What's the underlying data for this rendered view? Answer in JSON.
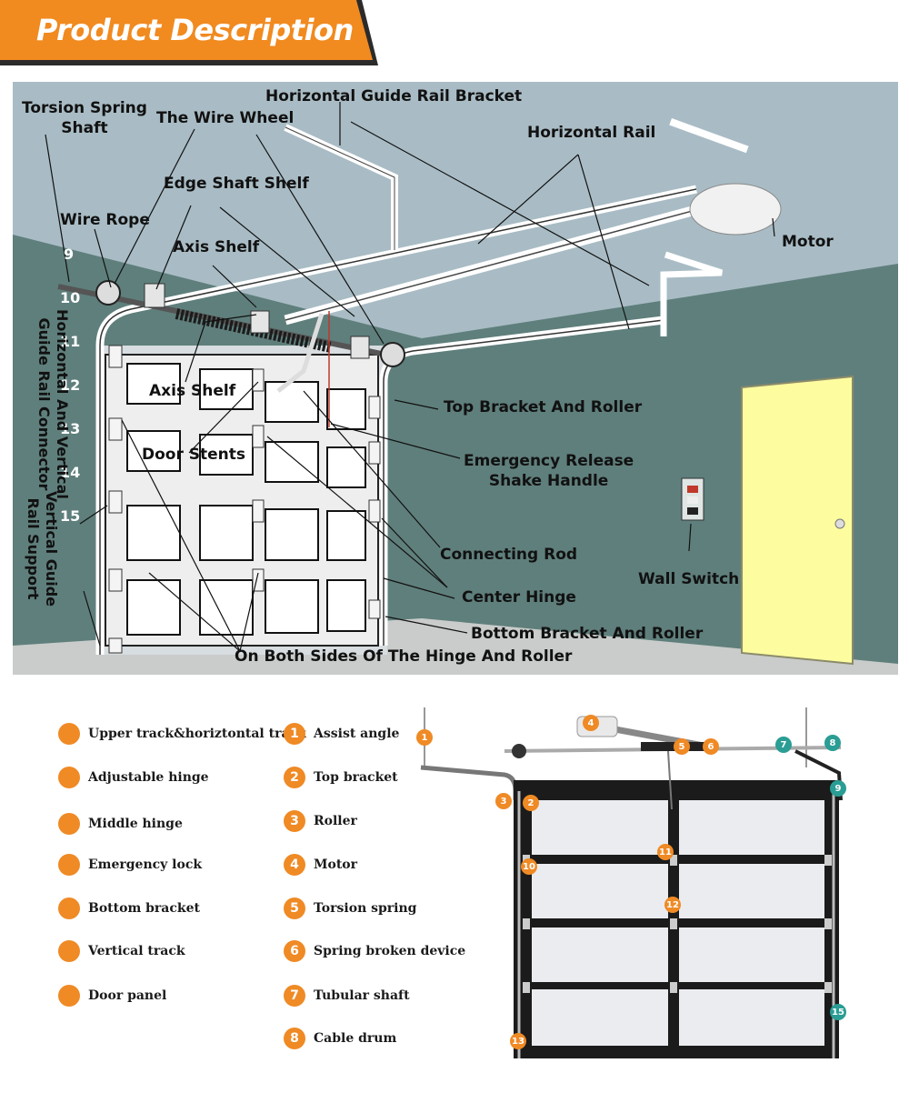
{
  "banner": {
    "title": "Product Description",
    "color": "#f18a1f"
  },
  "diagram": {
    "labels": {
      "torsion_spring_shaft": "Torsion Spring\nShaft",
      "wire_wheel": "The Wire Wheel",
      "horizontal_guide_rail_bracket": "Horizontal Guide Rail Bracket",
      "horizontal_rail": "Horizontal Rail",
      "edge_shaft_shelf": "Edge Shaft Shelf",
      "wire_rope": "Wire Rope",
      "axis_shelf_top": "Axis Shelf",
      "motor": "Motor",
      "axis_shelf_door": "Axis Shelf",
      "top_bracket_roller": "Top Bracket And Roller",
      "door_stents": "Door Stents",
      "emergency_release": "Emergency Release\nShake Handle",
      "connecting_rod": "Connecting Rod",
      "wall_switch": "Wall Switch",
      "center_hinge": "Center Hinge",
      "bottom_bracket_roller": "Bottom Bracket And Roller",
      "hinge_and_roller": "On Both Sides Of The Hinge And Roller",
      "hv_connector": "Horizontal And Vertical\nGuide Rail Connector",
      "vertical_support": "Vertical Guide\nRail Support"
    },
    "numbers": [
      "9",
      "10",
      "11",
      "12",
      "13",
      "14",
      "15"
    ]
  },
  "legend_left": [
    "Upper track&horiztontal track",
    "Adjustable hinge",
    "Middle hinge",
    "Emergency lock",
    "Bottom bracket",
    "Vertical track",
    "Door panel"
  ],
  "legend_right": [
    {
      "n": "1",
      "label": "Assist angle"
    },
    {
      "n": "2",
      "label": "Top  bracket"
    },
    {
      "n": "3",
      "label": "Roller"
    },
    {
      "n": "4",
      "label": "Motor"
    },
    {
      "n": "5",
      "label": "Torsion spring"
    },
    {
      "n": "6",
      "label": "Spring broken device"
    },
    {
      "n": "7",
      "label": "Tubular shaft"
    },
    {
      "n": "8",
      "label": "Cable drum"
    }
  ],
  "photo_badges": [
    "1",
    "2",
    "3",
    "4",
    "5",
    "6",
    "7",
    "8",
    "9",
    "10",
    "11",
    "12",
    "13",
    "15"
  ],
  "colors": {
    "accent": "#ef8a25",
    "teal": "#2a9d94",
    "wall": "#5f7f7c",
    "ceiling": "#a9bcc5",
    "door_yellow": "#fdfda0"
  }
}
